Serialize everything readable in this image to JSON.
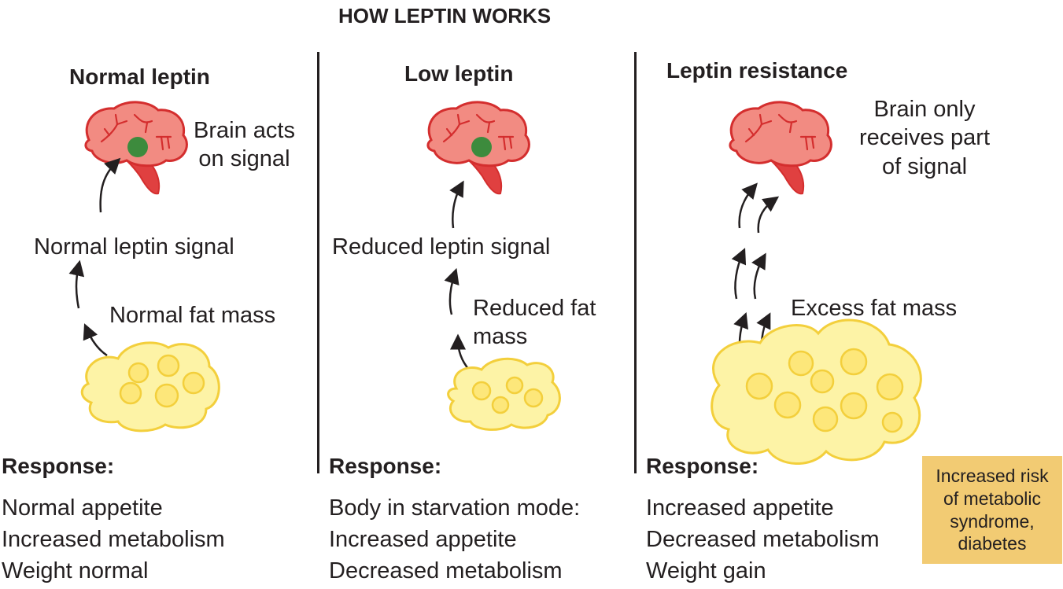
{
  "title": "HOW LEPTIN WORKS",
  "colors": {
    "brain_fill": "#f28b82",
    "brain_outline": "#d42e2e",
    "brain_stem": "#e04040",
    "signal_dot": "#3d8b3d",
    "fat_fill": "#fdf3a6",
    "fat_outline": "#f3cf3c",
    "fat_cell_fill": "#fde77a",
    "note_fill": "#f2cb73",
    "text": "#231f20"
  },
  "panels": [
    {
      "heading": "Normal leptin",
      "brain_label": "Brain acts\non signal",
      "signal_label": "Normal leptin signal",
      "fat_label": "Normal fat mass",
      "response_heading": "Response:",
      "responses": [
        "Normal appetite",
        "Increased metabolism",
        "Weight normal"
      ]
    },
    {
      "heading": "Low leptin",
      "signal_label": "Reduced leptin signal",
      "fat_label": "Reduced fat\nmass",
      "response_heading": "Response:",
      "responses": [
        "Body in starvation mode:",
        "Increased appetite",
        "Decreased metabolism"
      ]
    },
    {
      "heading": "Leptin resistance",
      "brain_label": "Brain only\nreceives part\nof signal",
      "fat_label": "Excess fat mass",
      "response_heading": "Response:",
      "responses": [
        "Increased appetite",
        "Decreased metabolism",
        "Weight gain"
      ],
      "note": "Increased risk\nof metabolic\nsyndrome,\ndiabetes"
    }
  ]
}
